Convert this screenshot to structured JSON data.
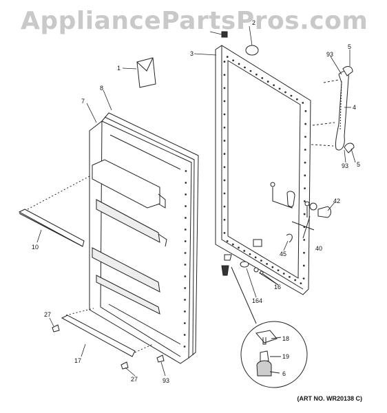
{
  "watermark": "AppliancePartsPros.com",
  "art_number": "(ART NO. WR20138 C)",
  "callouts": [
    {
      "id": "c1",
      "text": "1"
    },
    {
      "id": "c2",
      "text": "2"
    },
    {
      "id": "c3",
      "text": "3"
    },
    {
      "id": "c4",
      "text": "4"
    },
    {
      "id": "c5a",
      "text": "5"
    },
    {
      "id": "c5b",
      "text": "5"
    },
    {
      "id": "c6",
      "text": "6"
    },
    {
      "id": "c7",
      "text": "7"
    },
    {
      "id": "c8",
      "text": "8"
    },
    {
      "id": "c10",
      "text": "10"
    },
    {
      "id": "c16",
      "text": "16"
    },
    {
      "id": "c17",
      "text": "17"
    },
    {
      "id": "c18",
      "text": "18"
    },
    {
      "id": "c19",
      "text": "19"
    },
    {
      "id": "c27a",
      "text": "27"
    },
    {
      "id": "c27b",
      "text": "27"
    },
    {
      "id": "c40",
      "text": "40"
    },
    {
      "id": "c42",
      "text": "42"
    },
    {
      "id": "c45",
      "text": "45"
    },
    {
      "id": "c93a",
      "text": "93"
    },
    {
      "id": "c93b",
      "text": "93"
    },
    {
      "id": "c93c",
      "text": "93"
    },
    {
      "id": "c164",
      "text": "164"
    }
  ]
}
